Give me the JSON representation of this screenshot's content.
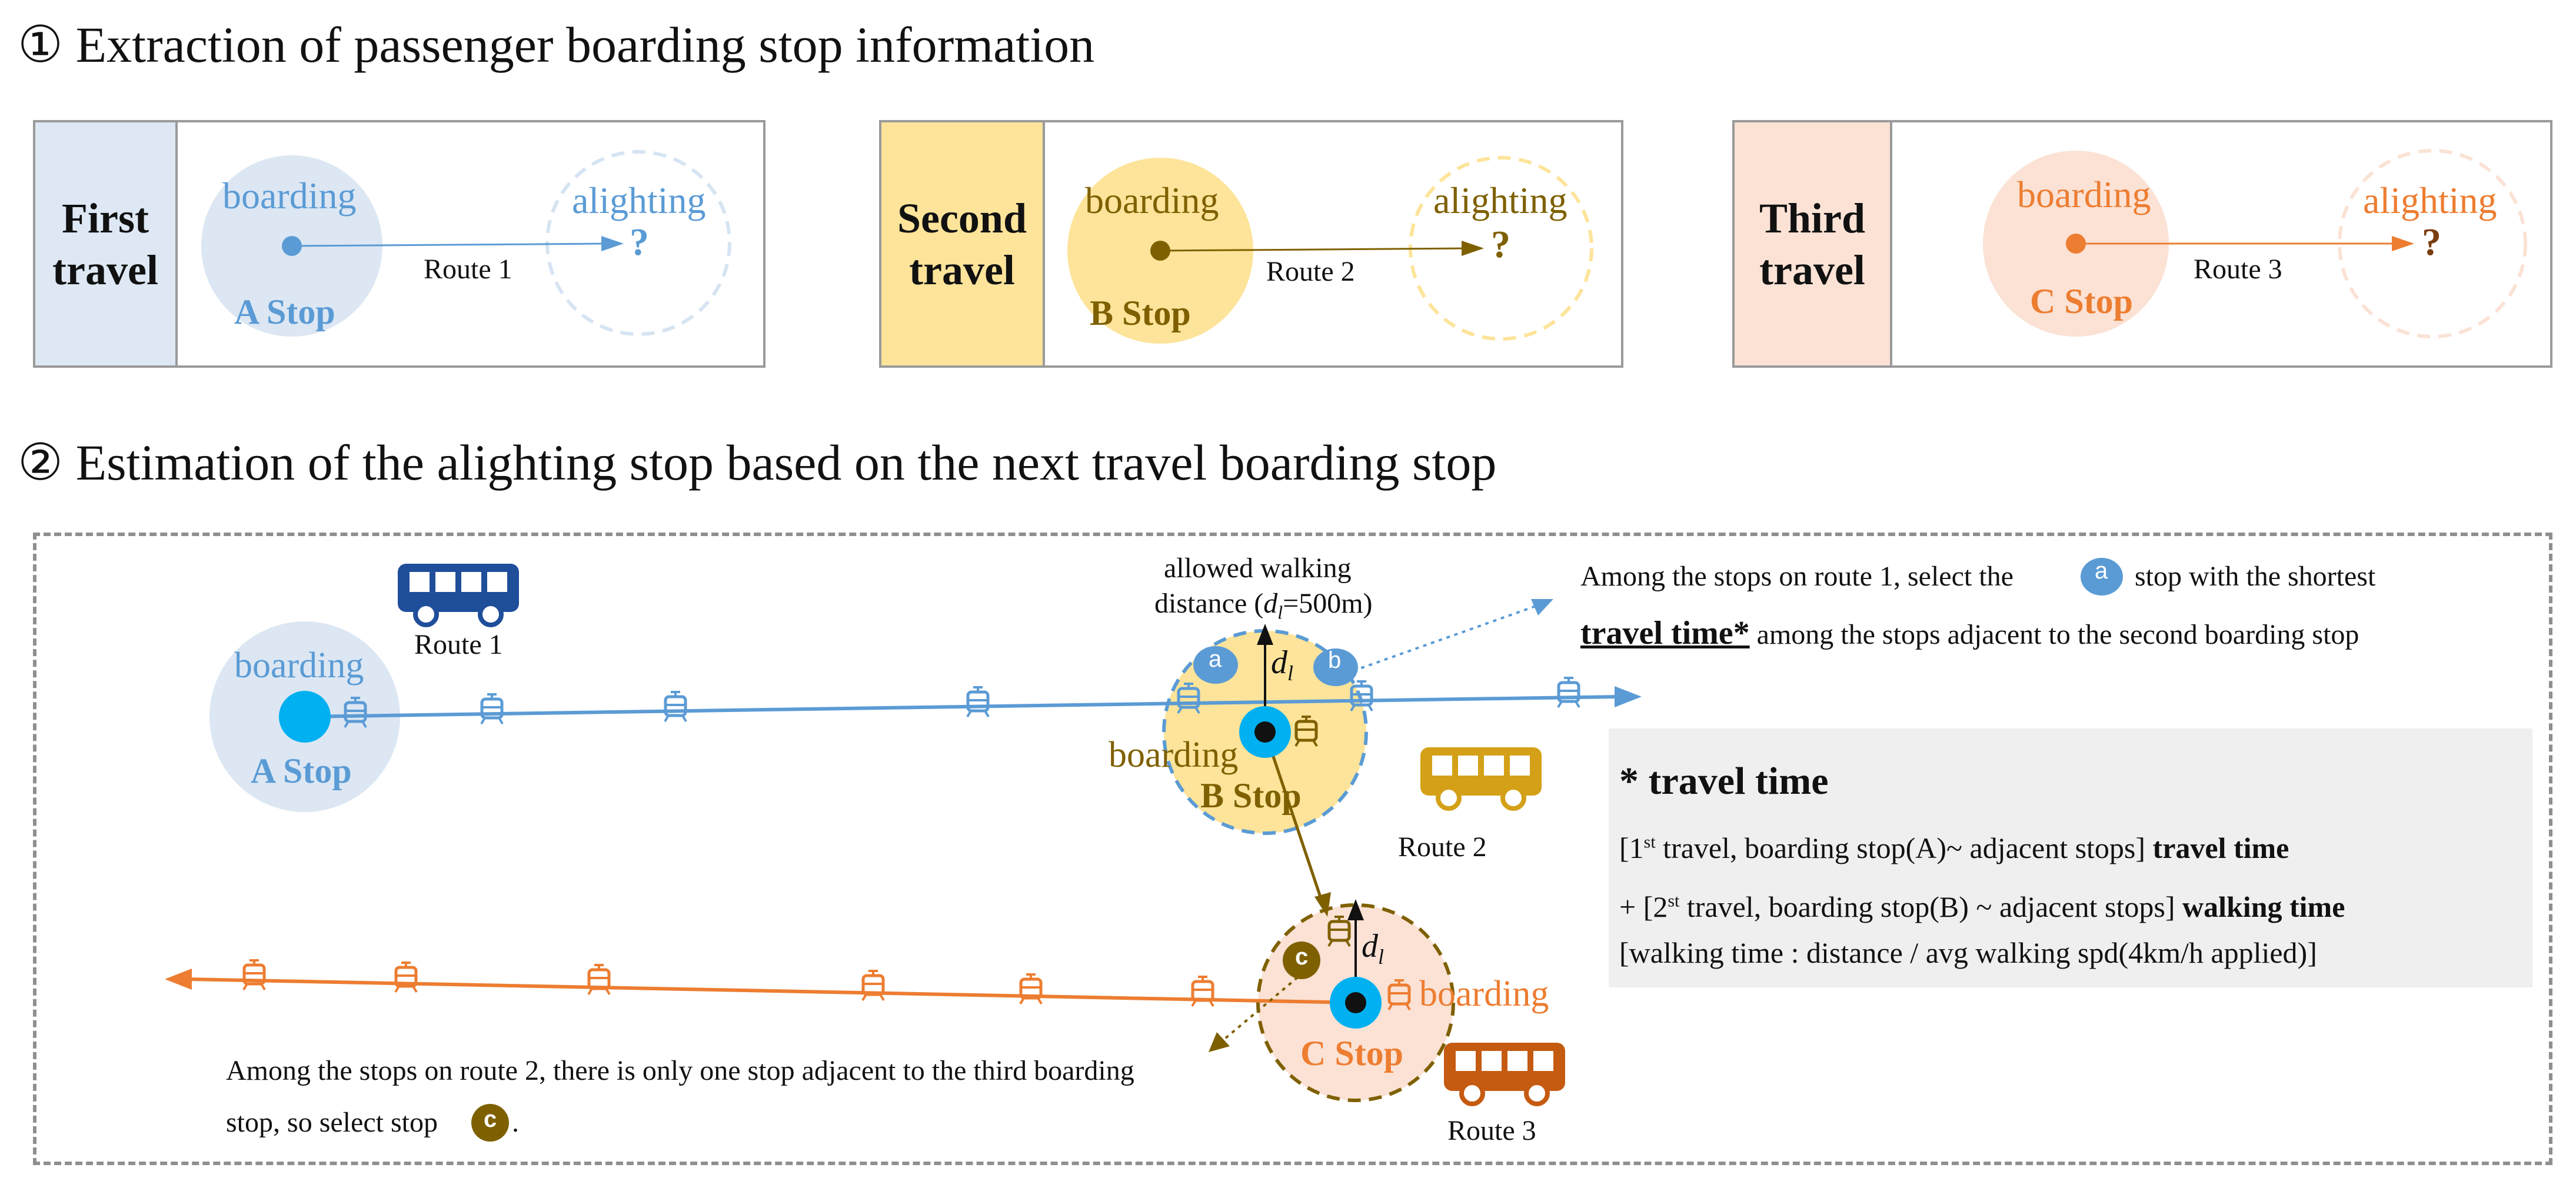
{
  "step1": {
    "heading": "① Extraction of passenger boarding stop information",
    "panels": [
      {
        "label": "First\ntravel",
        "boarding": "boarding",
        "alighting": "alighting",
        "stop": "A Stop",
        "route": "Route 1",
        "question": "?",
        "label_bg": "#dde8f4",
        "circle_color": "#dce7f3",
        "text_color": "#5b9bd5"
      },
      {
        "label": "Second\ntravel",
        "boarding": "boarding",
        "alighting": "alighting",
        "stop": "B Stop",
        "route": "Route 2",
        "question": "?",
        "label_bg": "#fde49a",
        "circle_color": "#fde49a",
        "text_color": "#7f6000"
      },
      {
        "label": "Third\ntravel",
        "boarding": "boarding",
        "alighting": "alighting",
        "stop": "C Stop",
        "route": "Route 3",
        "question": "?",
        "label_bg": "#fbe2d5",
        "circle_color": "#fbe2d5",
        "text_color": "#ed7d31"
      }
    ]
  },
  "step2": {
    "heading": "② Estimation of the alighting stop based on the next travel boarding stop",
    "walking_label_1": "allowed walking",
    "walking_label_2": "distance (",
    "walking_var": "d",
    "walking_sub": "l",
    "walking_value": "=500m)",
    "route1": "Route 1",
    "route2": "Route 2",
    "route3": "Route 3",
    "a_stop": {
      "boarding": "boarding",
      "stop": "A Stop"
    },
    "b_stop": {
      "boarding": "boarding",
      "stop": "B Stop"
    },
    "c_stop": {
      "boarding": "boarding",
      "stop": "C Stop"
    },
    "markers": {
      "a": "a",
      "b": "b",
      "c": "c"
    },
    "top_note": {
      "line1_before": "Among the stops on route 1, select the",
      "line1_after": "stop with the shortest",
      "line2_bold": "travel time*",
      "line2_rest": " among the stops adjacent to the second boarding stop"
    },
    "bottom_note": {
      "line1": "Among the stops on route 2, there is only one stop adjacent to the third boarding",
      "line2_before": "stop, so select stop",
      "line2_after": "."
    },
    "info": {
      "title": "* travel time",
      "l1_a": "[1",
      "l1_sup": "st",
      "l1_b": " travel, boarding stop(A)~ adjacent stops] ",
      "l1_bold": "travel time",
      "l2_a": " + [2",
      "l2_sup": "st",
      "l2_b": " travel, boarding stop(B) ~ adjacent stops] ",
      "l2_bold": "walking time",
      "l3": "[walking time : distance / avg walking spd(4km/h applied)]"
    },
    "colors": {
      "blue_route": "#5b9bd5",
      "orange_route": "#ed7d31",
      "olive": "#7f6000",
      "cyan": "#00b0f0",
      "marker_blue": "#5b9bd5",
      "bus1": "#1f4e9a",
      "bus2": "#d4a017",
      "bus3": "#c55a11"
    }
  }
}
